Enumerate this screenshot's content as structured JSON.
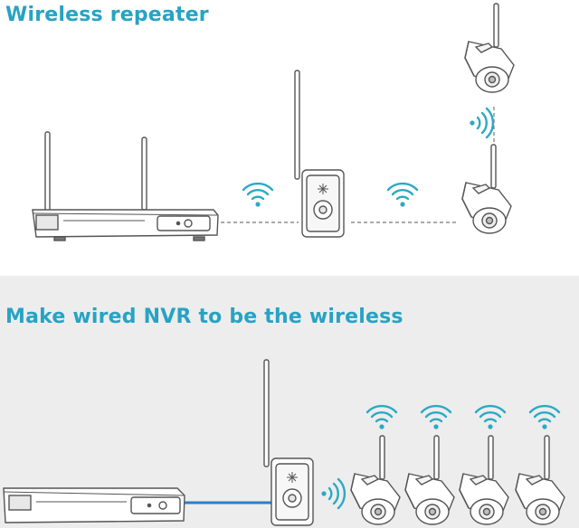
{
  "sections": [
    {
      "title": "Wireless repeater"
    },
    {
      "title": "Make wired NVR to be the wireless"
    }
  ],
  "colors": {
    "heading": "#27a3c3",
    "signal": "#2aa9c4",
    "cable": "#2c7ec8",
    "line_art": "#555555",
    "bottom_background": "#ededed"
  },
  "icons": [
    "wifi-signal-icon",
    "nvr-recorder",
    "wifi-repeater",
    "bullet-camera"
  ]
}
